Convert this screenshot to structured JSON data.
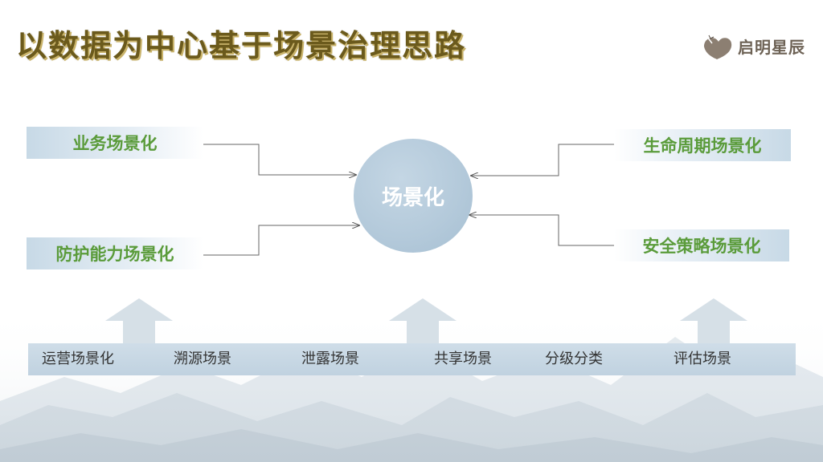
{
  "slide": {
    "title": "以数据为中心基于场景治理思路",
    "logo_text": "启明星辰"
  },
  "center": {
    "label": "场景化"
  },
  "left_boxes": [
    {
      "label": "业务场景化"
    },
    {
      "label": "防护能力场景化"
    }
  ],
  "right_boxes": [
    {
      "label": "生命周期场景化"
    },
    {
      "label": "安全策略场景化"
    }
  ],
  "bottom_bar": {
    "items": [
      "运营场景化",
      "溯源场景",
      "泄露场景",
      "共享场景",
      "分级分类",
      "评估场景"
    ]
  },
  "colors": {
    "title": "#6b5a1c",
    "box_text": "#5a9b3a",
    "circle": "#b3c9da",
    "bar": "#c7d7e3",
    "arrow": "#d5e0e8"
  }
}
